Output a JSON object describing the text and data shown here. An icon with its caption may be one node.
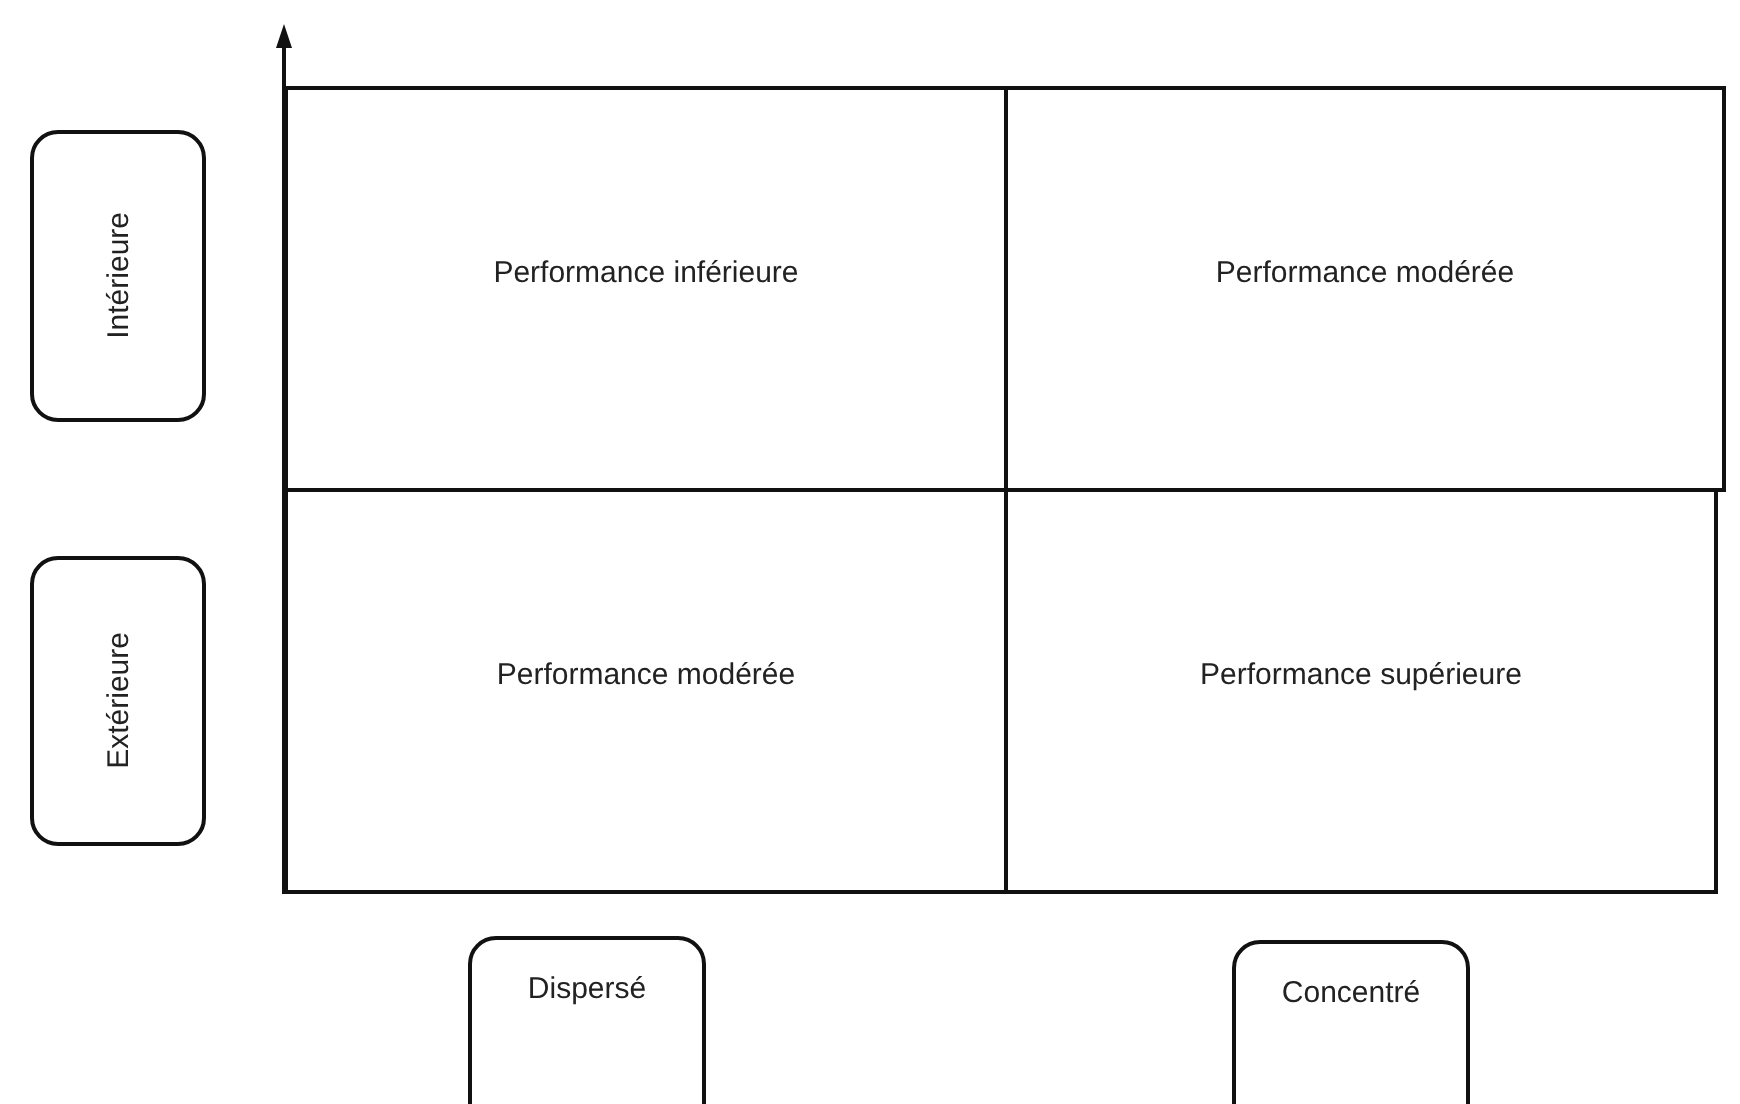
{
  "diagram": {
    "nodes": [
      {
        "text": [
          "Intérieure"
        ]
      },
      {
        "text": [
          "Performance inférieure"
        ]
      },
      {
        "text": [
          "Performance modérée"
        ]
      },
      {
        "text": [
          "Extérieure"
        ]
      },
      {
        "text": [
          "Performance modérée"
        ]
      },
      {
        "text": [
          "Performance supérieure"
        ]
      },
      {
        "text": [
          "Dispersé"
        ]
      },
      {
        "text": [
          "Concentré"
        ]
      }
    ]
  }
}
